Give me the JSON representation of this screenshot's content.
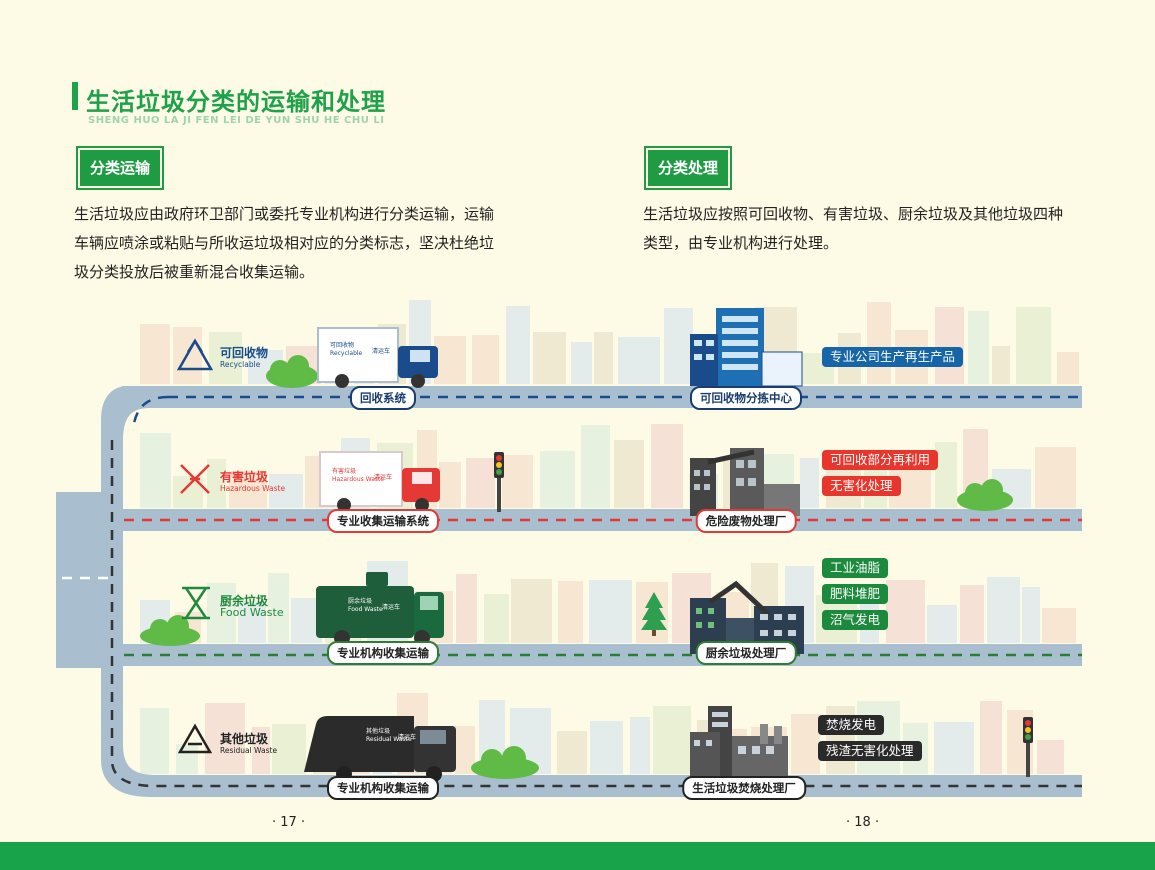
{
  "header": {
    "title": "生活垃圾分类的运输和处理",
    "subtitle": "SHENG HUO LA JI FEN LEI DE YUN SHU HE CHU LI"
  },
  "transport": {
    "badge": "分类运输",
    "lines": [
      "生活垃圾应由政府环卫部门或委托专业机构进行分类运输，运输",
      "车辆应喷涂或粘贴与所收运垃圾相对应的分类标志，坚决杜绝垃",
      "圾分类投放后被重新混合收集运输。"
    ]
  },
  "processing": {
    "badge": "分类处理",
    "lines": [
      "生活垃圾应按照可回收物、有害垃圾、厨余垃圾及其他垃圾四种",
      "类型，由专业机构进行处理。"
    ]
  },
  "categories": [
    {
      "name": "可回收物",
      "en": "Recyclable",
      "color": "#1a4c8b",
      "truck_label": "可回收物",
      "truck_en": "Recyclable",
      "truck_tag": "清运车",
      "transport_label": "回收系统",
      "facility_label": "可回收物分拣中心",
      "tags": [
        "专业公司生产再生产品"
      ]
    },
    {
      "name": "有害垃圾",
      "en": "Hazardous Waste",
      "color": "#e53935",
      "truck_label": "有害垃圾",
      "truck_en": "Hazardous Waste",
      "truck_tag": "清运车",
      "transport_label": "专业收集运输系统",
      "facility_label": "危险废物处理厂",
      "tags": [
        "可回收部分再利用",
        "无害化处理"
      ]
    },
    {
      "name": "厨余垃圾",
      "en": "Food Waste",
      "color": "#1f8a3e",
      "truck_label": "厨余垃圾",
      "truck_en": "Food Waste",
      "truck_tag": "清运车",
      "transport_label": "专业机构收集运输",
      "facility_label": "厨余垃圾处理厂",
      "tags": [
        "工业油脂",
        "肥料堆肥",
        "沼气发电"
      ]
    },
    {
      "name": "其他垃圾",
      "en": "Residual Waste",
      "color": "#222222",
      "truck_label": "其他垃圾",
      "truck_en": "Residual Waste",
      "truck_tag": "清运车",
      "transport_label": "专业机构收集运输",
      "facility_label": "生活垃圾焚烧处理厂",
      "tags": [
        "焚烧发电",
        "残渣无害化处理"
      ]
    }
  ],
  "pages": {
    "left": "· 17 ·",
    "right": "· 18 ·"
  },
  "colors": {
    "brand_green": "#1da24a",
    "road": "#a9bfcf",
    "background": "#fdfbe6"
  }
}
